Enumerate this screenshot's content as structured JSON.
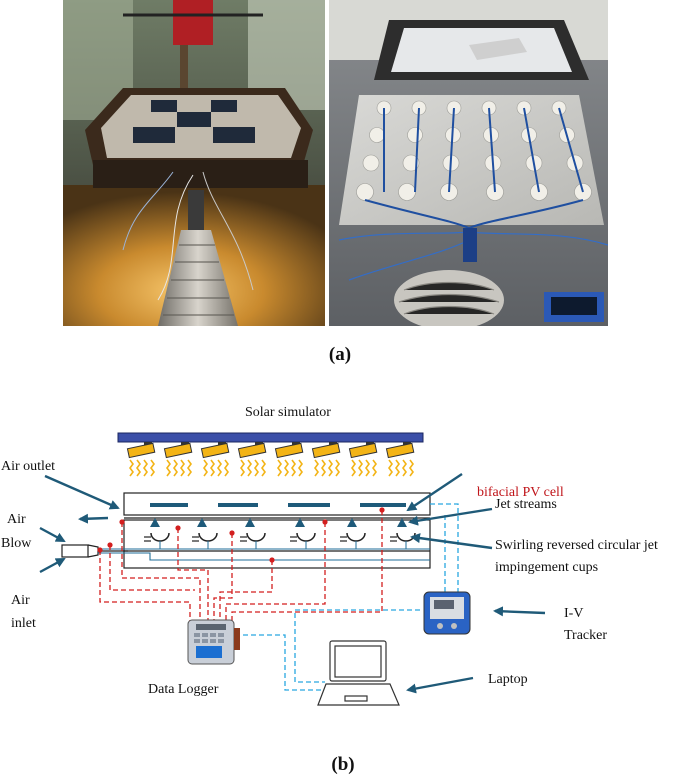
{
  "panel_a": {
    "label": "(a)"
  },
  "panel_b": {
    "label": "(b)",
    "labels": {
      "solar_simulator": "Solar simulator",
      "air_outlet": "Air outlet",
      "air_blow_1": "Air",
      "air_blow_2": "Blow",
      "air_inlet_1": "Air",
      "air_inlet_2": "inlet",
      "bifacial_pv_cell": "bifacial PV cell",
      "jet_streams": "Jet streams",
      "cups_1": "Swirling reversed circular jet",
      "cups_2": "impingement cups",
      "iv_tracker_1": "I-V",
      "iv_tracker_2": "Tracker",
      "laptop": "Laptop",
      "data_logger": "Data Logger"
    },
    "colors": {
      "pv_cell_label": "#c0151a",
      "thermocouple_wires": "#d31f1f",
      "signal_wires": "#29a8e0",
      "arrows": "#1f5a78",
      "lamp": "#f3b416",
      "simulator_bar": "#3b4fa8",
      "pv_strip": "#1e5a7a"
    }
  }
}
